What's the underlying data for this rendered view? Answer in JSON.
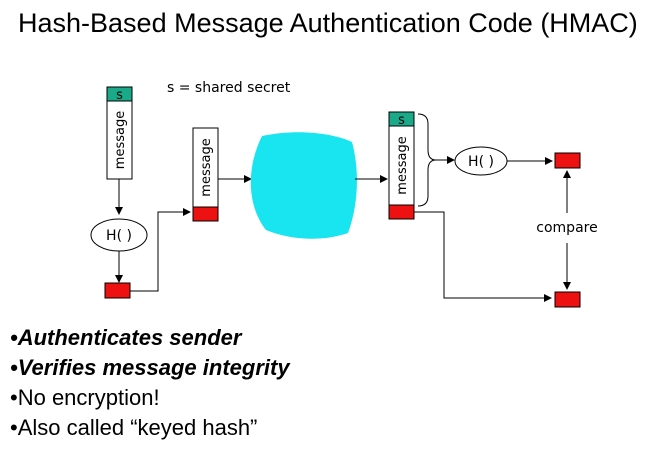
{
  "title": "Hash-Based Message Authentication Code (HMAC)",
  "diagram": {
    "shared_secret_note": "s = shared secret",
    "secret_label": "s",
    "message_label": "message",
    "hash_label": "H( )",
    "compare_label": "compare",
    "colors": {
      "secret": "#1aaa8a",
      "digest": "#ee1111",
      "network_cloud": "#19e5f0",
      "line": "#000000"
    }
  },
  "bullets": [
    {
      "text": "•Authenticates sender",
      "emphasis": "bold-italic"
    },
    {
      "text": "•Verifies message integrity",
      "emphasis": "bold-italic"
    },
    {
      "text": "•No encryption!",
      "emphasis": "normal"
    },
    {
      "text": "•Also called “keyed hash”",
      "emphasis": "normal"
    }
  ]
}
